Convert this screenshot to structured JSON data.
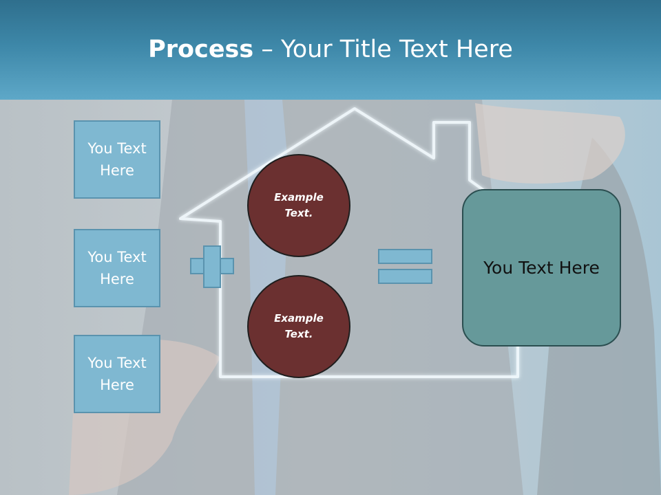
{
  "header": {
    "title_bold": "Process",
    "title_rest": " – Your Title Text Here"
  },
  "left_boxes": [
    {
      "label": "You Text Here"
    },
    {
      "label": "You Text Here"
    },
    {
      "label": "You Text Here"
    }
  ],
  "circles": [
    {
      "label": "Example Text."
    },
    {
      "label": "Example Text."
    }
  ],
  "result": {
    "label": "You Text Here"
  },
  "colors": {
    "header": "#3d87a8",
    "box_fill": "#7fb8d1",
    "circle_fill": "#6b3030",
    "result_fill": "#66999a"
  }
}
